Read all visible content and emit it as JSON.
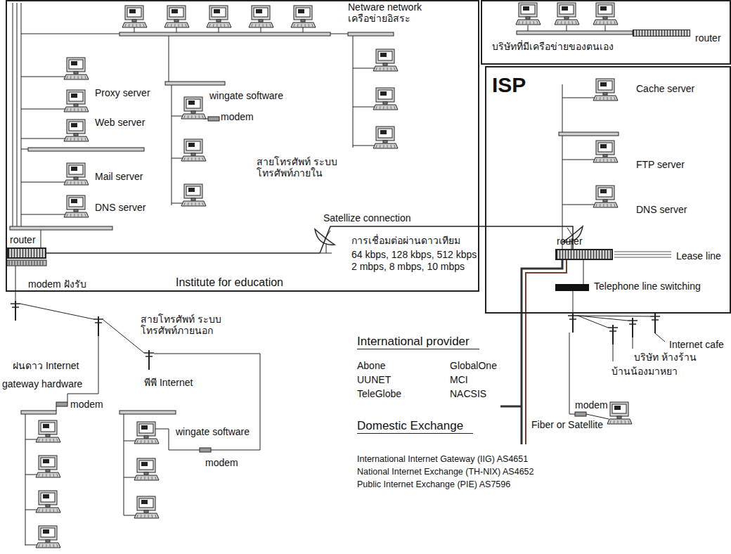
{
  "diagram": {
    "nodes": [
      {
        "text": [
          "Institute for education"
        ]
      },
      {
        "text": [
          "router"
        ],
        "in": 0
      },
      {
        "text": [
          "บริษัทที่มีเครือข่ายของตนเอง"
        ]
      },
      {
        "text": [
          "router"
        ],
        "in": 2
      },
      {
        "text": [
          "ISP"
        ]
      },
      {
        "text": [
          "router"
        ],
        "in": 4
      }
    ],
    "edges": [
      {
        "from": 1,
        "to": 5,
        "label": "Satellize connection",
        "arrow": "none"
      }
    ],
    "labels": [
      "Netware network เครือข่ายอิสระ",
      "Proxy server",
      "Web server",
      "wingate software",
      "modem",
      "Mail server",
      "DNS server",
      "สายโทรศัพท์ ระบบโทรศัพท์ภายใน",
      "การเชื่อมต่อผ่านดาวเทียม",
      "64 kbps, 128 kbps, 512 kbps",
      "2 mbps, 8 mbps, 10 mbps",
      "modem ฝังรับ",
      "Cache server",
      "FTP server",
      "DNS server",
      "สายโทรศัพท์ ระบบโทรศัพท์ภายนอก",
      "ฝนดาว Internet",
      "gateway hardware",
      "modem",
      "พีพี Internet",
      "wingate software",
      "modem",
      "International provider",
      "Abone",
      "GlobalOne",
      "UUNET",
      "MCI",
      "TeleGlobe",
      "NACSIS",
      "Domestic Exchange",
      "Fiber or Satellite",
      "International Internet Gateway (IIG) AS4651",
      "National Internet Exchange (TH-NIX) AS4652",
      "Public Internet Exchange (PIE) AS7596",
      "Internet cafe",
      "บริษัท ห้างร้าน",
      "บ้านน้องมาหยา",
      "modem"
    ],
    "legend": [
      {
        "text": "Lease line"
      },
      {
        "text": "Telephone line switching",
        "color": "#111111"
      }
    ]
  }
}
